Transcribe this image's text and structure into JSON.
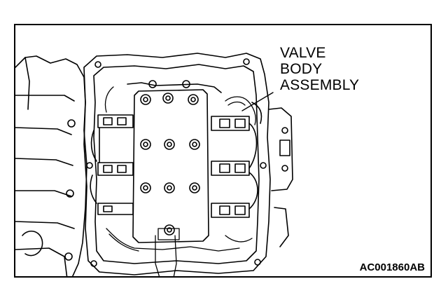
{
  "figure": {
    "callout_lines": [
      "VALVE",
      "BODY",
      "ASSEMBLY"
    ],
    "figure_code": "AC001860AB"
  }
}
